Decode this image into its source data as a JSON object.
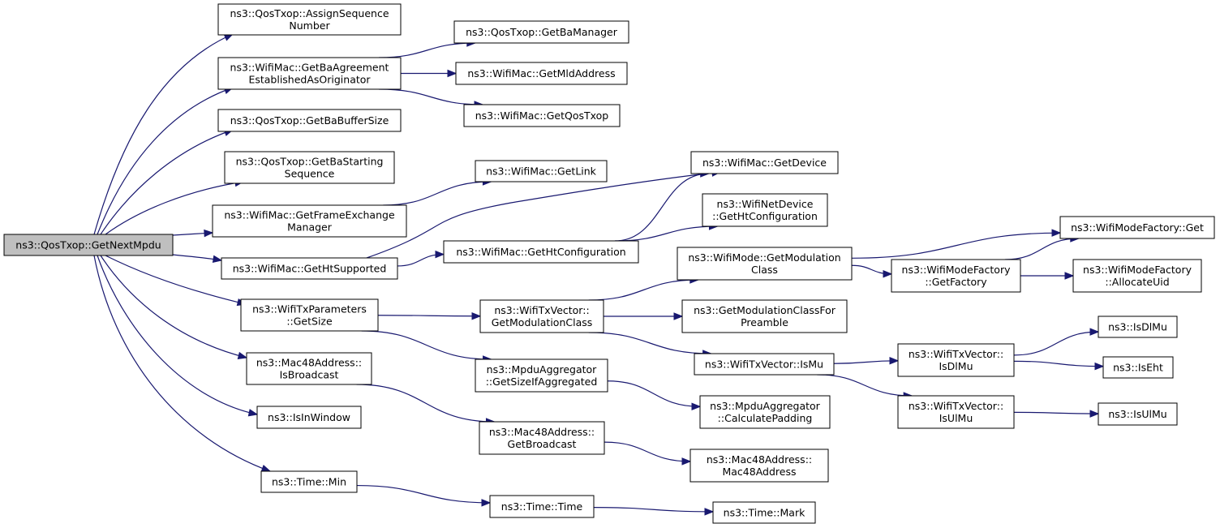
{
  "diagram": {
    "title": "",
    "colors": {
      "edge": "#191970",
      "root_fill": "#bfbfbf",
      "node_fill": "#ffffff",
      "node_border": "#000000"
    },
    "nodes": [
      {
        "id": "root",
        "lines": [
          "ns3::QosTxop::GetNextMpdu"
        ]
      },
      {
        "id": "assign_seq",
        "lines": [
          "ns3::QosTxop::AssignSequence",
          "Number"
        ]
      },
      {
        "id": "get_ba_agree",
        "lines": [
          "ns3::WifiMac::GetBaAgreement",
          "EstablishedAsOriginator"
        ]
      },
      {
        "id": "get_ba_buf",
        "lines": [
          "ns3::QosTxop::GetBaBufferSize"
        ]
      },
      {
        "id": "get_ba_start",
        "lines": [
          "ns3::QosTxop::GetBaStarting",
          "Sequence"
        ]
      },
      {
        "id": "get_fem",
        "lines": [
          "ns3::WifiMac::GetFrameExchange",
          "Manager"
        ]
      },
      {
        "id": "get_ht_sup",
        "lines": [
          "ns3::WifiMac::GetHtSupported"
        ]
      },
      {
        "id": "txparams_size",
        "lines": [
          "ns3::WifiTxParameters",
          "::GetSize"
        ]
      },
      {
        "id": "mac48_isbcast",
        "lines": [
          "ns3::Mac48Address::",
          "IsBroadcast"
        ]
      },
      {
        "id": "isinwindow",
        "lines": [
          "ns3::IsInWindow"
        ]
      },
      {
        "id": "time_min",
        "lines": [
          "ns3::Time::Min"
        ]
      },
      {
        "id": "get_ba_mgr",
        "lines": [
          "ns3::QosTxop::GetBaManager"
        ]
      },
      {
        "id": "get_mld",
        "lines": [
          "ns3::WifiMac::GetMldAddress"
        ]
      },
      {
        "id": "get_qos",
        "lines": [
          "ns3::WifiMac::GetQosTxop"
        ]
      },
      {
        "id": "get_link",
        "lines": [
          "ns3::WifiMac::GetLink"
        ]
      },
      {
        "id": "get_device",
        "lines": [
          "ns3::WifiMac::GetDevice"
        ]
      },
      {
        "id": "netdev_htconf",
        "lines": [
          "ns3::WifiNetDevice",
          "::GetHtConfiguration"
        ]
      },
      {
        "id": "mac_htconf",
        "lines": [
          "ns3::WifiMac::GetHtConfiguration"
        ]
      },
      {
        "id": "mode_modclass",
        "lines": [
          "ns3::WifiMode::GetModulation",
          "Class"
        ]
      },
      {
        "id": "txvec_modclass",
        "lines": [
          "ns3::WifiTxVector::",
          "GetModulationClass"
        ]
      },
      {
        "id": "modclass_preamble",
        "lines": [
          "ns3::GetModulationClassFor",
          "Preamble"
        ]
      },
      {
        "id": "txvec_ismu",
        "lines": [
          "ns3::WifiTxVector::IsMu"
        ]
      },
      {
        "id": "mpdu_sizeif",
        "lines": [
          "ns3::MpduAggregator",
          "::GetSizeIfAggregated"
        ]
      },
      {
        "id": "mpdu_padding",
        "lines": [
          "ns3::MpduAggregator",
          "::CalculatePadding"
        ]
      },
      {
        "id": "mac48_getbcast",
        "lines": [
          "ns3::Mac48Address::",
          "GetBroadcast"
        ]
      },
      {
        "id": "mac48_ctor",
        "lines": [
          "ns3::Mac48Address::",
          "Mac48Address"
        ]
      },
      {
        "id": "time_ctor",
        "lines": [
          "ns3::Time::Time"
        ]
      },
      {
        "id": "time_mark",
        "lines": [
          "ns3::Time::Mark"
        ]
      },
      {
        "id": "factory_get",
        "lines": [
          "ns3::WifiModeFactory::Get"
        ]
      },
      {
        "id": "factory_getfactory",
        "lines": [
          "ns3::WifiModeFactory",
          "::GetFactory"
        ]
      },
      {
        "id": "factory_alloc",
        "lines": [
          "ns3::WifiModeFactory",
          "::AllocateUid"
        ]
      },
      {
        "id": "txvec_isdlmu",
        "lines": [
          "ns3::WifiTxVector::",
          "IsDlMu"
        ]
      },
      {
        "id": "txvec_isulmu",
        "lines": [
          "ns3::WifiTxVector::",
          "IsUlMu"
        ]
      },
      {
        "id": "isdlmu",
        "lines": [
          "ns3::IsDlMu"
        ]
      },
      {
        "id": "iseht",
        "lines": [
          "ns3::IsEht"
        ]
      },
      {
        "id": "isulmu",
        "lines": [
          "ns3::IsUlMu"
        ]
      }
    ],
    "edges": [
      [
        "root",
        "assign_seq"
      ],
      [
        "root",
        "get_ba_agree"
      ],
      [
        "root",
        "get_ba_buf"
      ],
      [
        "root",
        "get_ba_start"
      ],
      [
        "root",
        "get_fem"
      ],
      [
        "root",
        "get_ht_sup"
      ],
      [
        "root",
        "txparams_size"
      ],
      [
        "root",
        "mac48_isbcast"
      ],
      [
        "root",
        "isinwindow"
      ],
      [
        "root",
        "time_min"
      ],
      [
        "get_ba_agree",
        "get_ba_mgr"
      ],
      [
        "get_ba_agree",
        "get_mld"
      ],
      [
        "get_ba_agree",
        "get_qos"
      ],
      [
        "get_fem",
        "get_link"
      ],
      [
        "get_ht_sup",
        "get_device"
      ],
      [
        "get_ht_sup",
        "mac_htconf"
      ],
      [
        "mac_htconf",
        "get_device"
      ],
      [
        "mac_htconf",
        "netdev_htconf"
      ],
      [
        "txparams_size",
        "txvec_modclass"
      ],
      [
        "txparams_size",
        "mpdu_sizeif"
      ],
      [
        "txvec_modclass",
        "mode_modclass"
      ],
      [
        "txvec_modclass",
        "modclass_preamble"
      ],
      [
        "txvec_modclass",
        "txvec_ismu"
      ],
      [
        "mode_modclass",
        "factory_get"
      ],
      [
        "mode_modclass",
        "factory_getfactory"
      ],
      [
        "factory_getfactory",
        "factory_get"
      ],
      [
        "factory_getfactory",
        "factory_alloc"
      ],
      [
        "txvec_ismu",
        "txvec_isdlmu"
      ],
      [
        "txvec_ismu",
        "txvec_isulmu"
      ],
      [
        "txvec_isdlmu",
        "isdlmu"
      ],
      [
        "txvec_isdlmu",
        "iseht"
      ],
      [
        "txvec_isulmu",
        "isulmu"
      ],
      [
        "mpdu_sizeif",
        "mpdu_padding"
      ],
      [
        "mac48_isbcast",
        "mac48_getbcast"
      ],
      [
        "mac48_getbcast",
        "mac48_ctor"
      ],
      [
        "time_min",
        "time_ctor"
      ],
      [
        "time_ctor",
        "time_mark"
      ]
    ]
  }
}
